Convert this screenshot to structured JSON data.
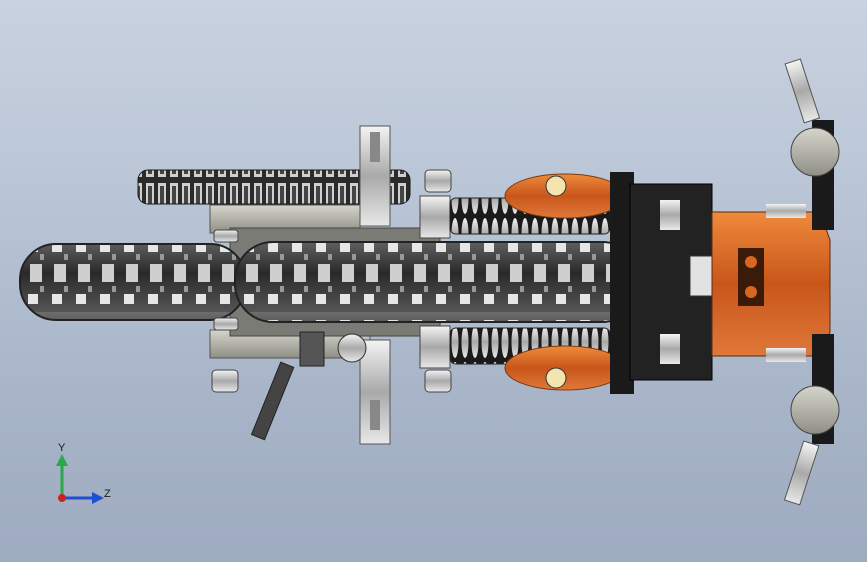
{
  "viewport": {
    "background_top": "#c9d2e0",
    "background_bottom": "#9eabc0"
  },
  "model": {
    "name_icon": "motorcycle-model-top-view",
    "tire_color": "#3a3a3a",
    "body_color": "#d9661f",
    "chrome_color": "#d8d8d8",
    "frame_color": "#1c1c1c"
  },
  "triad": {
    "y_label": "Y",
    "z_label": "Z",
    "y_color": "#2aa84a",
    "z_color": "#1f4fd1",
    "x_color": "#d11f1f"
  }
}
